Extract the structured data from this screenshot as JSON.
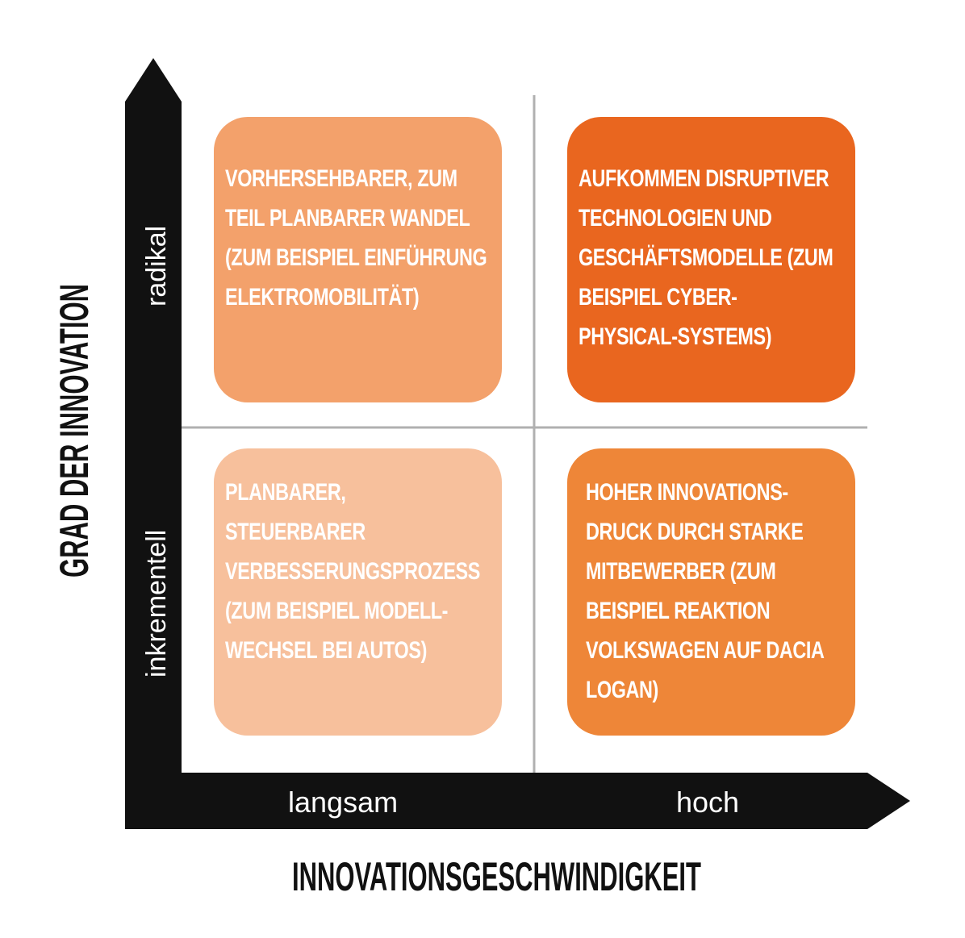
{
  "colors": {
    "axis": "#111111",
    "grid": "#b0b0b0",
    "box_top_left": "#f3a16b",
    "box_top_right": "#e9661f",
    "box_bottom_left": "#f7c09c",
    "box_bottom_right": "#ee8638"
  },
  "axes": {
    "x_title": "INNOVATIONSGESCHWINDIGKEIT",
    "y_title": "GRAD DER INNOVATION",
    "x_ticks": [
      "langsam",
      "hoch"
    ],
    "y_ticks": [
      "radikal",
      "inkrementell"
    ]
  },
  "quadrants": {
    "top_left": {
      "lines": [
        "Vorhersehbarer, zum",
        "teil planbarer Wandel",
        "(zum Beispiel Einführung",
        "Elektromobilität)"
      ]
    },
    "top_right": {
      "lines": [
        "Aufkommen disruptiver",
        "Technologien und",
        "Geschäftsmodelle (zum",
        "Beispiel Cyber-",
        "Physical-Systems)"
      ]
    },
    "bottom_left": {
      "lines": [
        "Planbarer, steuerbarer",
        "Verbesserungsprozess",
        "(zum Beispiel Modell-",
        "wechsel bei Autos)"
      ]
    },
    "bottom_right": {
      "lines": [
        "Hoher Innovations-",
        "druck durch starke",
        "Mitbewerber (zum",
        "Beispiel Reaktion",
        "Volkswagen auf Dacia",
        "Logan)"
      ]
    }
  }
}
